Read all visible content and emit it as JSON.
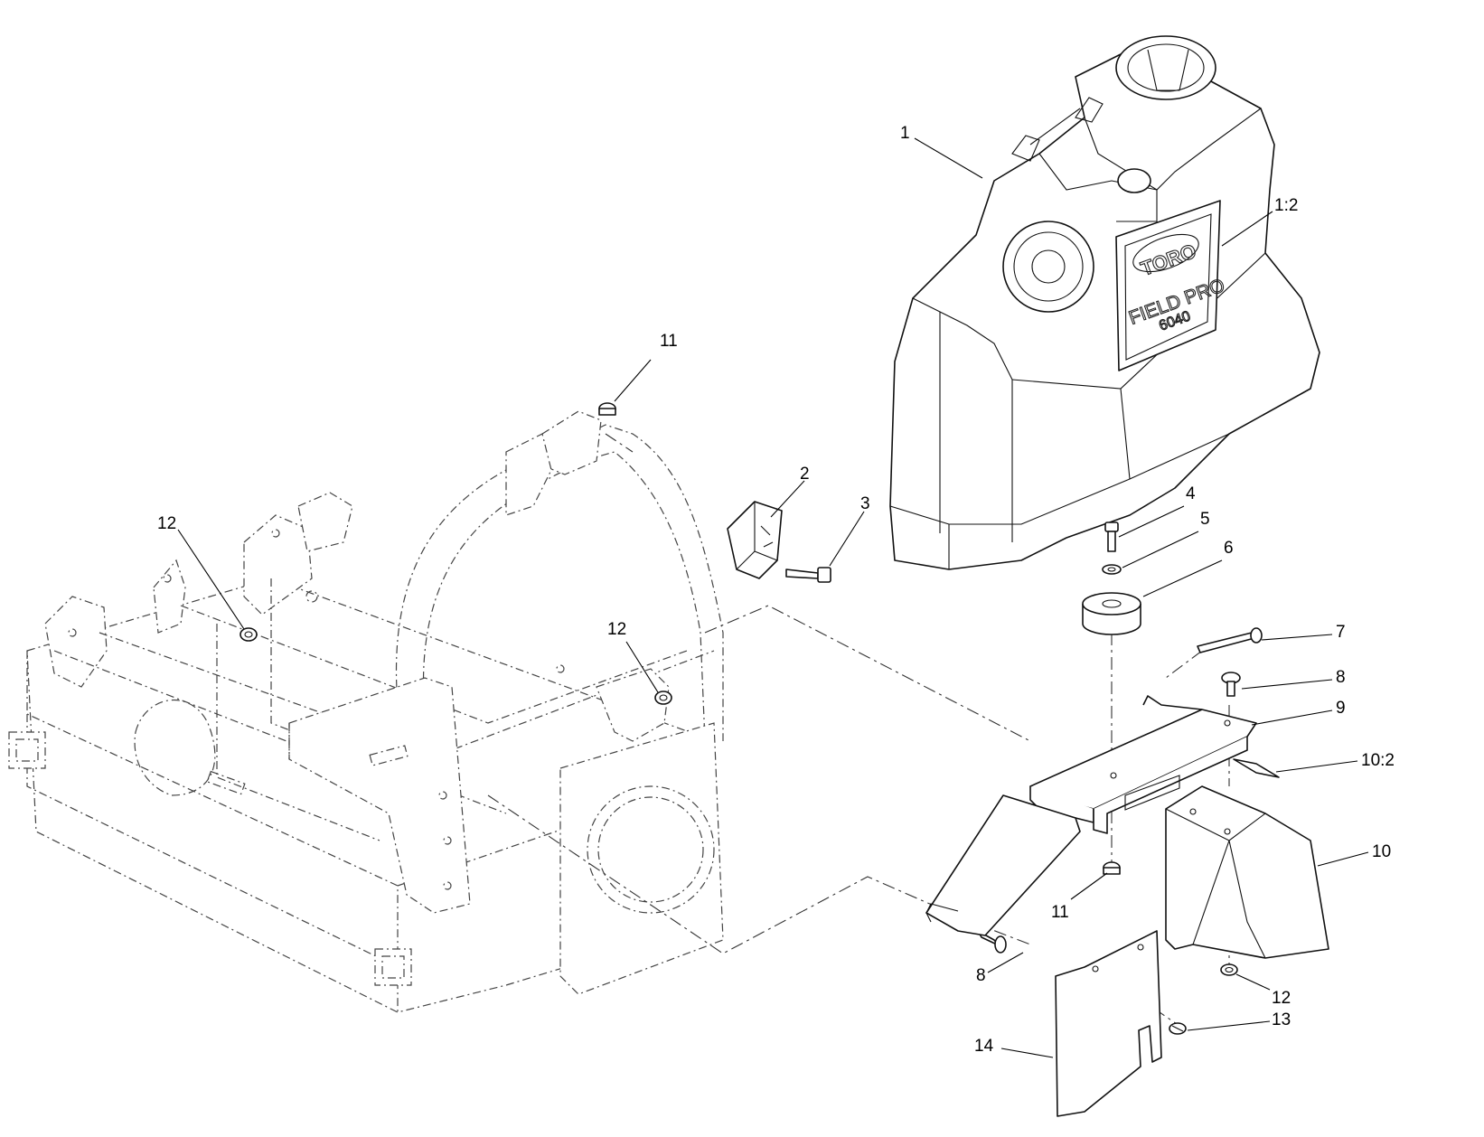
{
  "decal": {
    "brand": "TORO",
    "model_line1": "FIELD PRO",
    "model_line2": "6040"
  },
  "callouts": [
    {
      "id": "c1",
      "label": "1"
    },
    {
      "id": "c1-2",
      "label": "1:2"
    },
    {
      "id": "c2",
      "label": "2"
    },
    {
      "id": "c3",
      "label": "3"
    },
    {
      "id": "c4",
      "label": "4"
    },
    {
      "id": "c5",
      "label": "5"
    },
    {
      "id": "c6",
      "label": "6"
    },
    {
      "id": "c7",
      "label": "7"
    },
    {
      "id": "c8a",
      "label": "8"
    },
    {
      "id": "c9",
      "label": "9"
    },
    {
      "id": "c10-2",
      "label": "10:2"
    },
    {
      "id": "c10",
      "label": "10"
    },
    {
      "id": "c11a",
      "label": "11"
    },
    {
      "id": "c11b",
      "label": "11"
    },
    {
      "id": "c12a",
      "label": "12"
    },
    {
      "id": "c12b",
      "label": "12"
    },
    {
      "id": "c12c",
      "label": "12"
    },
    {
      "id": "c8b",
      "label": "8"
    },
    {
      "id": "c13",
      "label": "13"
    },
    {
      "id": "c14",
      "label": "14"
    }
  ]
}
